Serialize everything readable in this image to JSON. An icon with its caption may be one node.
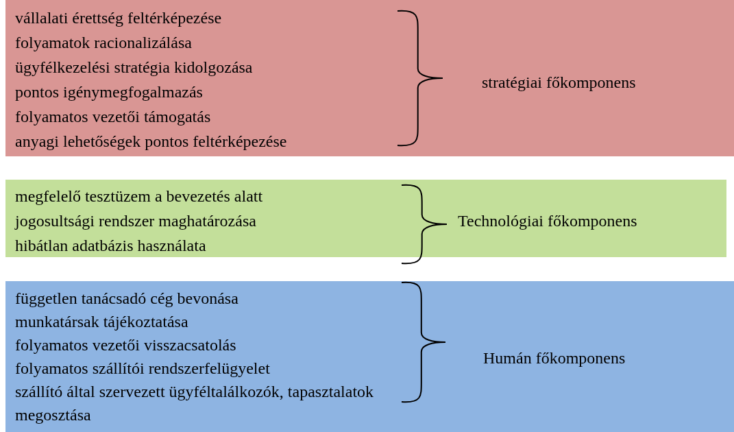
{
  "diagram": {
    "nodes": [
      {
        "text": [
          "vállalati érettség feltérképezése",
          "folyamatok racionalizálása",
          "ügyfélkezelési stratégia kidolgozása",
          "pontos igénymegfogalmazás",
          "folyamatos vezetői támogatás",
          "anyagi lehetőségek pontos feltérképezése",
          "stratégiai főkomponens"
        ]
      },
      {
        "text": [
          "megfelelő tesztüzem a bevezetés alatt",
          "jogosultsági rendszer maghatározása",
          "hibátlan adatbázis használata",
          "Technológiai főkomponens"
        ]
      },
      {
        "text": [
          "független tanácsadó cég bevonása",
          "munkatársak tájékoztatása",
          "folyamatos vezetői visszacsatolás",
          "folyamatos szállítói rendszerfelügyelet",
          "szállító által szervezett ügyféltalálkozók, tapasztalatok megosztása",
          "Humán főkomponens"
        ]
      }
    ]
  }
}
